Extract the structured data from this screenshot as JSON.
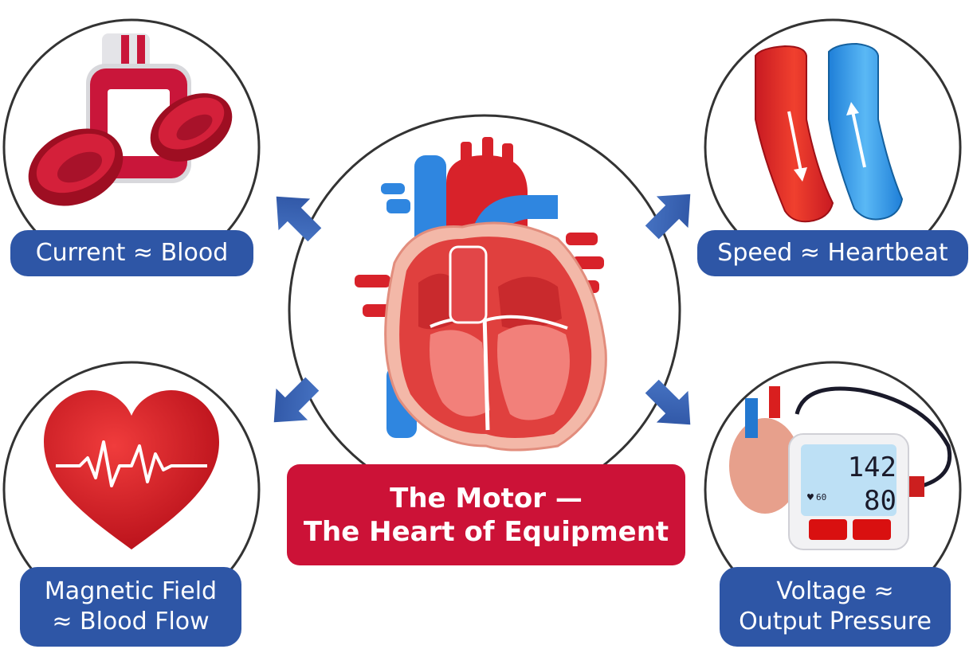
{
  "center": {
    "title_line1": "The Motor —",
    "title_line2": "The Heart of Equipment"
  },
  "topics": {
    "current": {
      "label": "Current ≈ Blood"
    },
    "speed": {
      "label": "Speed ≈ Heartbeat"
    },
    "field": {
      "label_line1": "Magnetic Field",
      "label_line2": "≈ Blood Flow"
    },
    "voltage": {
      "label_line1": "Voltage ≈",
      "label_line2": "Output Pressure"
    }
  },
  "monitor": {
    "systolic": "142",
    "diastolic": "80",
    "pulse": "60"
  },
  "colors": {
    "label_blue": "#2e56a6",
    "center_red": "#cc1237",
    "arrow_blue": "#3a63b8"
  }
}
